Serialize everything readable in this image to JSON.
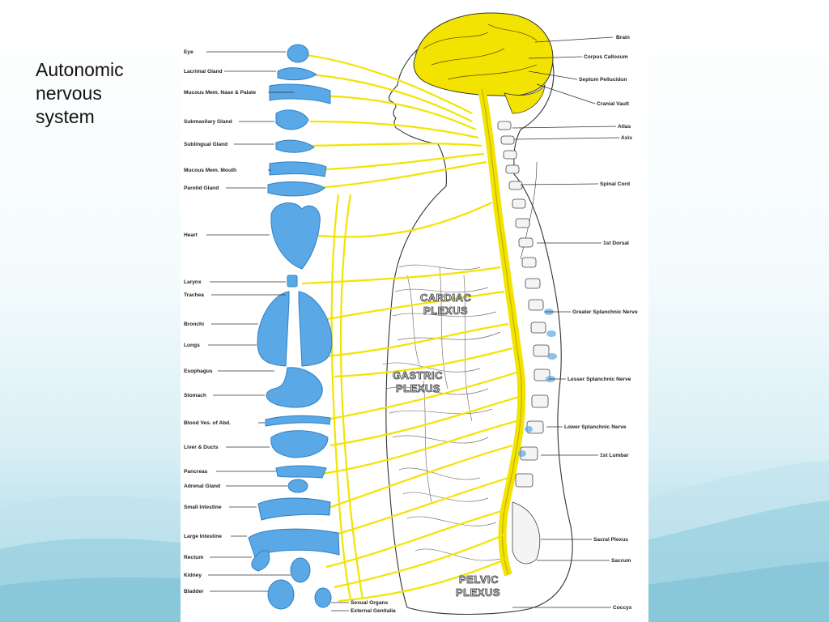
{
  "slide": {
    "title_lines": [
      "Autonomic",
      "nervous",
      "system"
    ]
  },
  "colors": {
    "nerve": "#f2e400",
    "organ": "#5aa9e6",
    "organ_dark": "#2f7fc4",
    "line": "#333333"
  },
  "diagram": {
    "left_labels": {
      "eye": "Eye",
      "lacrimal": "Lacrimal Gland",
      "mucous_nose": "Mucous Mem. Nase & Palate",
      "submaxilary": "Submaxilary Gland",
      "sublingual": "Sublingual Gland",
      "mucous_mouth": "Mucous Mem. Mouth",
      "parotid": "Parotid Gland",
      "heart": "Heart",
      "larynx": "Larynx",
      "trachea": "Trachea",
      "bronchi": "Bronchi",
      "lungs": "Lungs",
      "esophagus": "Esophagus",
      "stomach": "Stomach",
      "blood_ves": "Blood Ves. of Abd.",
      "liver": "Liver & Ducts",
      "pancreas": "Pancreas",
      "adrenal": "Adrenal Gland",
      "small_int": "Small Intestine",
      "large_int": "Large Intestine",
      "rectum": "Rectum",
      "kidney": "Kidney",
      "bladder": "Bladder"
    },
    "right_labels": {
      "brain": "Brain",
      "corpus": "Corpus Callosum",
      "septum": "Septum Pellucidun",
      "cranial": "Cranial Vault",
      "atlas": "Atlas",
      "axis": "Axis",
      "spinal_cord": "Spinal Cord",
      "dorsal": "1st Dorsal",
      "greater": "Greater Splanchnic Nerve",
      "lesser": "Lesser Splanchnic Nerve",
      "lower": "Lower Splanchnic Nerve",
      "lumbar": "1st Lumbar",
      "sacral": "Sacral Plexus",
      "sacrum": "Sacrum",
      "coccyx": "Coccyx"
    },
    "bottom_labels": {
      "sexual": "Sexual Organs",
      "genitalia": "External Genitalia"
    },
    "plexus_labels": {
      "cardiac_1": "CARDIAC",
      "cardiac_2": "PLEXUS",
      "gastric_1": "GASTRIC",
      "gastric_2": "PLEXUS",
      "pelvic_1": "PELVIC",
      "pelvic_2": "PLEXUS"
    }
  }
}
